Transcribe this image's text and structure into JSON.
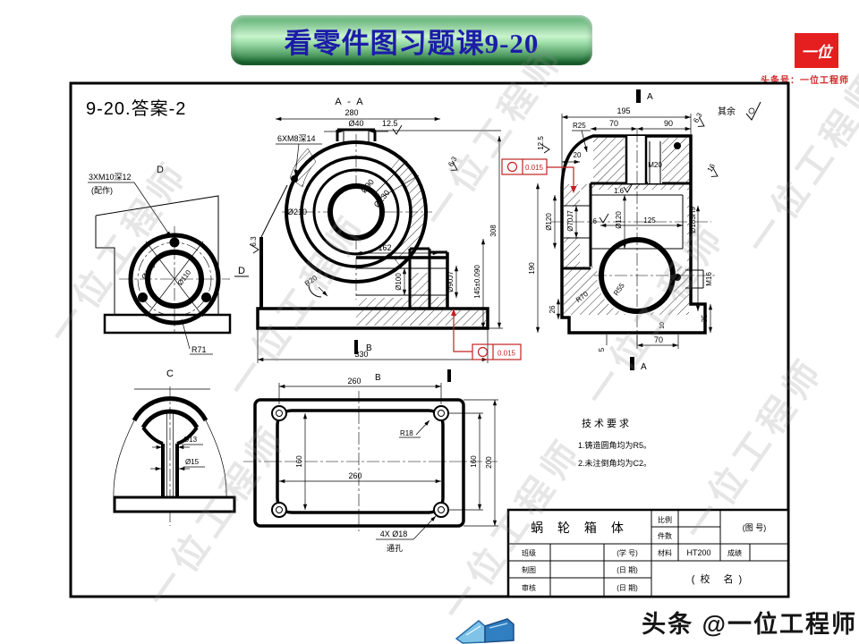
{
  "banner": {
    "title": "看零件图习题课9-20"
  },
  "logo": {
    "text": "一位",
    "caption": "头条号：一位工程师"
  },
  "footer": {
    "handle": "头条 @一位工程师"
  },
  "watermark": {
    "text": "一位工程师"
  },
  "drawing": {
    "answer_label": "9-20.答案-2",
    "d_view": {
      "label_top": "D",
      "label_side": "D",
      "thread_callout": "3XM10深12",
      "thread_note": "(配作)",
      "dia_outer": "Ø140",
      "dia_bore": "Ø110",
      "radius": "R71"
    },
    "aa_view": {
      "title": "A - A",
      "width": "280",
      "neck_dia": "Ø40",
      "rough_top": "12.5",
      "thread_callout": "6XM8深14",
      "dia_chamber": "Ø210",
      "dia_bore": "Ø90",
      "dia_volute": "Ø230",
      "rough_left": "6.3",
      "rough_right": "6.3",
      "len_162": "162",
      "dia_100": "Ø100",
      "dia_90j7": "Ø90J7",
      "fillet_r20": "R20",
      "height_tol": "145±0.090",
      "height_308": "308",
      "width_330": "330",
      "sec_b": "B"
    },
    "side_view": {
      "sec_a_top": "A",
      "sec_a_bottom": "A",
      "width_195": "195",
      "r25": "R25",
      "w70": "70",
      "w90": "90",
      "w20": "20",
      "m20": "M20",
      "r_12_5": "12.5",
      "r_6_3": "6.3",
      "r_16": "16",
      "r_1_6": "1.6",
      "r_16b": "16",
      "len_125": "125",
      "dia_120l": "Ø120",
      "dia_70j7": "Ø70J7",
      "dia_120i": "Ø120",
      "dia_185h9": "Ø185H9",
      "h190": "190",
      "r70": "R70",
      "r55": "R55",
      "m16": "M16",
      "h35": "35",
      "h26": "26",
      "h5": "5",
      "w70b": "70",
      "h10": "10",
      "rest_note": "其余"
    },
    "b_view": {
      "label": "B",
      "w260_top": "260",
      "r18": "R18",
      "h160_l": "160",
      "w260": "260",
      "h160_r": "160",
      "h200": "200",
      "holes": "4X Ø18",
      "holes_note": "通孔"
    },
    "c_view": {
      "label": "C",
      "dia13": "Ø13",
      "dia15": "Ø15"
    },
    "tol1": {
      "value": "0.015"
    },
    "tol2": {
      "value": "0.015"
    },
    "tech_req": {
      "title": "技术要求",
      "item1": "1.铸造圆角均为R5。",
      "item2": "2.未注倒角均为C2。"
    },
    "title_block": {
      "part_name": "蜗 轮 箱 体",
      "scale_label": "比例",
      "qty_label": "件数",
      "drawing_no": "(图 号)",
      "material_label": "材料",
      "material": "HT200",
      "grade_label": "成绩",
      "class_label": "班级",
      "student_no": "(学 号)",
      "draw_label": "制图",
      "date1": "(日 期)",
      "check_label": "审核",
      "date2": "(日 期)",
      "school": "(校 名)"
    }
  }
}
